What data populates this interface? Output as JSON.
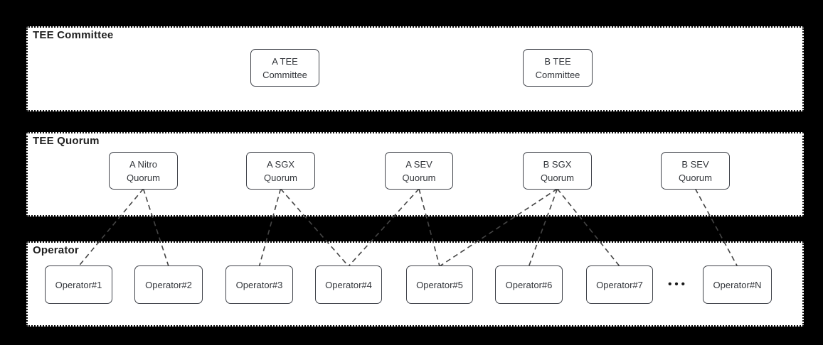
{
  "diagram": {
    "bands": [
      {
        "id": "tee-committee",
        "label": "TEE Committee"
      },
      {
        "id": "tee-quorum",
        "label": "TEE Quorum"
      },
      {
        "id": "operator",
        "label": "Operator"
      }
    ],
    "nodes": {
      "a_tee_committee": {
        "label": "A TEE Committee"
      },
      "b_tee_committee": {
        "label": "B TEE Committee"
      },
      "a_nitro_quorum": {
        "label": "A Nitro Quorum"
      },
      "a_sgx_quorum": {
        "label": "A SGX Quorum"
      },
      "a_sev_quorum": {
        "label": "A SEV Quorum"
      },
      "b_sgx_quorum": {
        "label": "B SGX Quorum"
      },
      "b_sev_quorum": {
        "label": "B SEV Quorum"
      },
      "op1": {
        "label": "Operator#1"
      },
      "op2": {
        "label": "Operator#2"
      },
      "op3": {
        "label": "Operator#3"
      },
      "op4": {
        "label": "Operator#4"
      },
      "op5": {
        "label": "Operator#5"
      },
      "op6": {
        "label": "Operator#6"
      },
      "op7": {
        "label": "Operator#7"
      },
      "opN": {
        "label": "Operator#N"
      }
    },
    "ellipsis": "•••",
    "edges": [
      [
        "a_nitro_quorum",
        "op1"
      ],
      [
        "a_nitro_quorum",
        "op2"
      ],
      [
        "a_sgx_quorum",
        "op3"
      ],
      [
        "a_sgx_quorum",
        "op4"
      ],
      [
        "a_sev_quorum",
        "op4"
      ],
      [
        "a_sev_quorum",
        "op5"
      ],
      [
        "b_sgx_quorum",
        "op5"
      ],
      [
        "b_sgx_quorum",
        "op6"
      ],
      [
        "b_sgx_quorum",
        "op7"
      ],
      [
        "b_sev_quorum",
        "opN"
      ]
    ],
    "colors": {
      "page_bg": "#000000",
      "band_bg": "#ffffff",
      "band_border": "#111111",
      "band_label": "#1f1f1f",
      "node_bg": "#ffffff",
      "node_border": "#40434a",
      "node_text": "#33363b",
      "connector": "#444444"
    }
  }
}
